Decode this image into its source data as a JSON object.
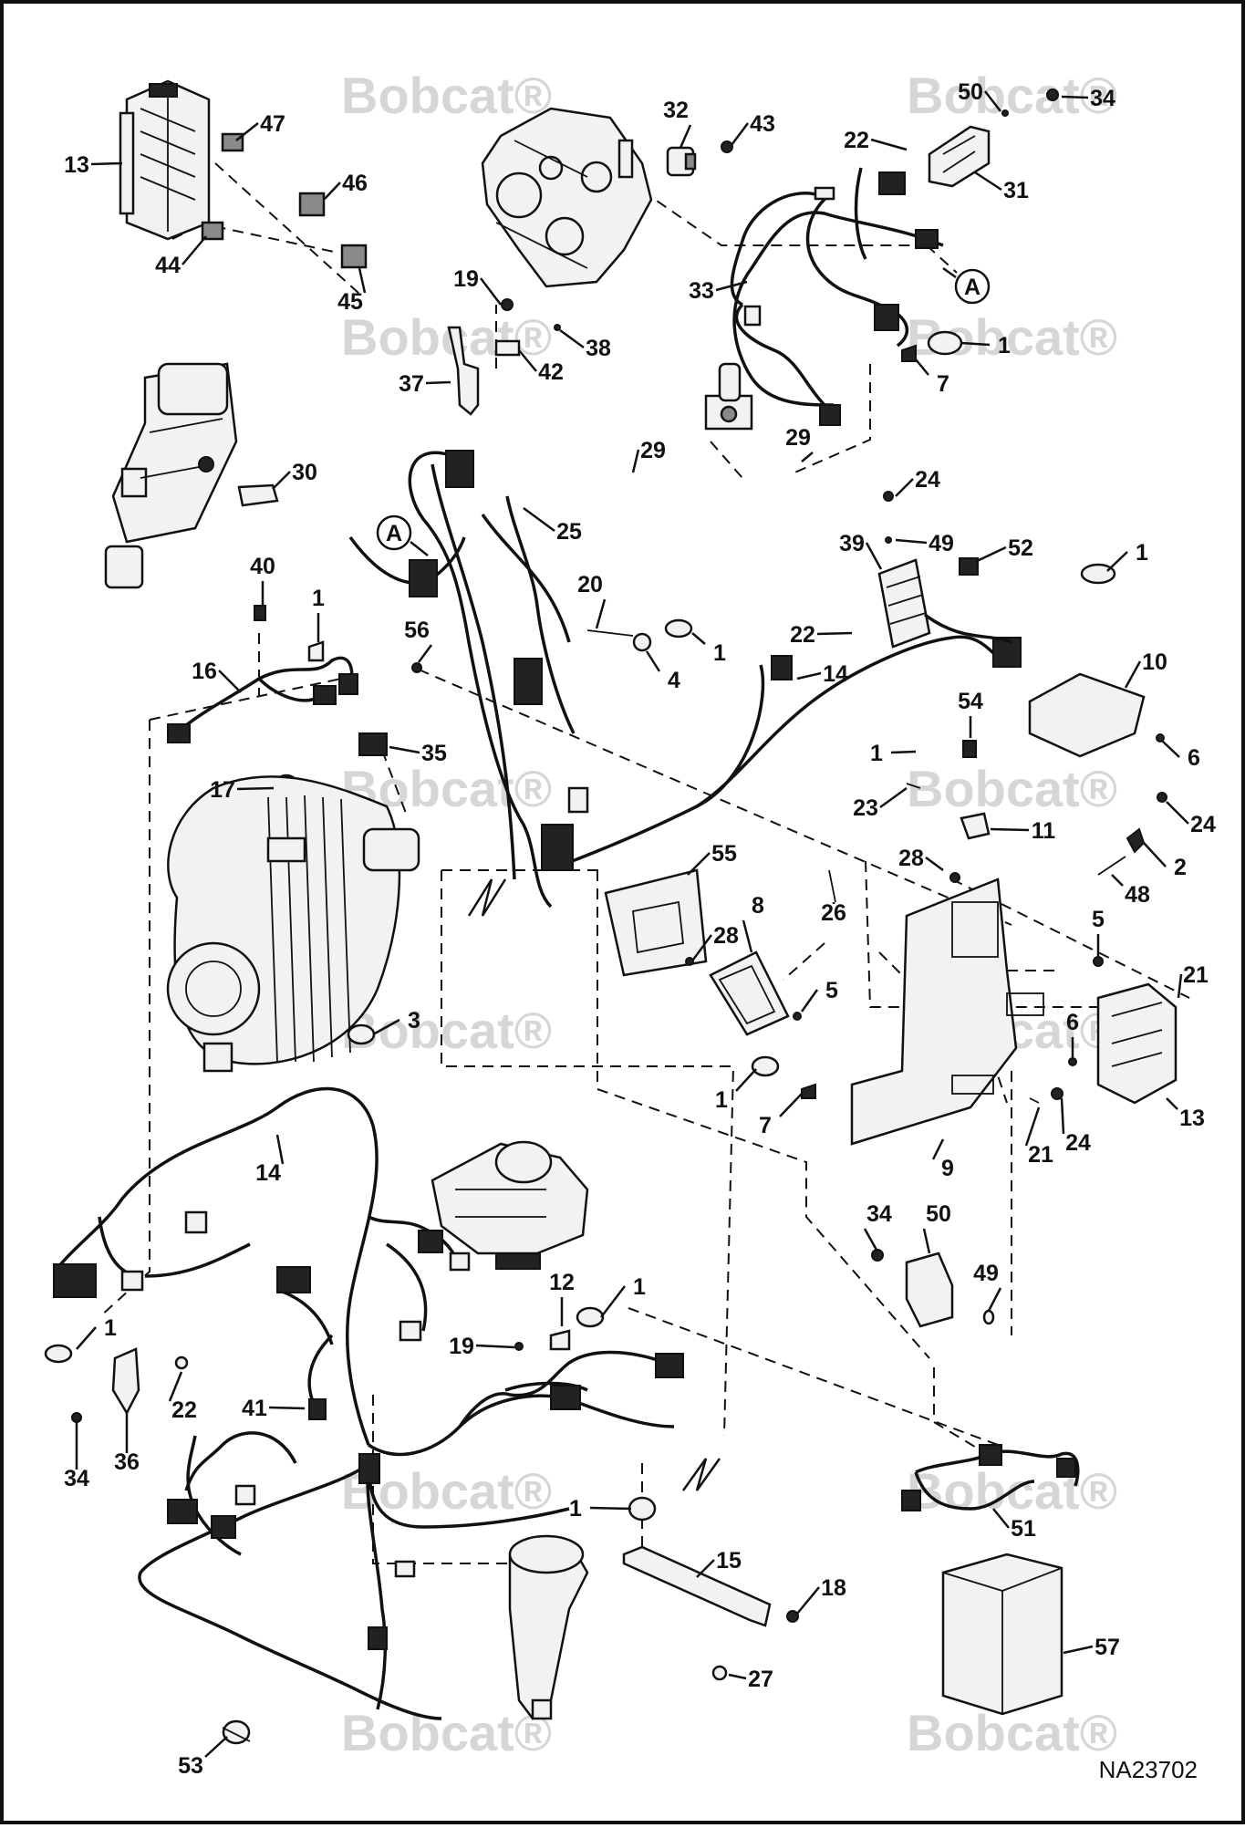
{
  "brand": {
    "watermark_text": "Bobcat",
    "watermark_mark": "®"
  },
  "drawing_number": "NA23702",
  "reference_marker": "A",
  "callouts": [
    "1",
    "2",
    "3",
    "4",
    "5",
    "6",
    "7",
    "8",
    "9",
    "10",
    "11",
    "12",
    "13",
    "14",
    "15",
    "16",
    "17",
    "18",
    "19",
    "20",
    "21",
    "22",
    "23",
    "24",
    "25",
    "26",
    "27",
    "28",
    "29",
    "30",
    "31",
    "32",
    "33",
    "34",
    "35",
    "36",
    "37",
    "38",
    "39",
    "40",
    "41",
    "42",
    "43",
    "44",
    "45",
    "46",
    "47",
    "48",
    "49",
    "50",
    "51",
    "52",
    "53",
    "54",
    "55",
    "56",
    "57"
  ],
  "colors": {
    "ink": "#111111",
    "watermark": "#d6d6d6",
    "background": "#ffffff"
  }
}
